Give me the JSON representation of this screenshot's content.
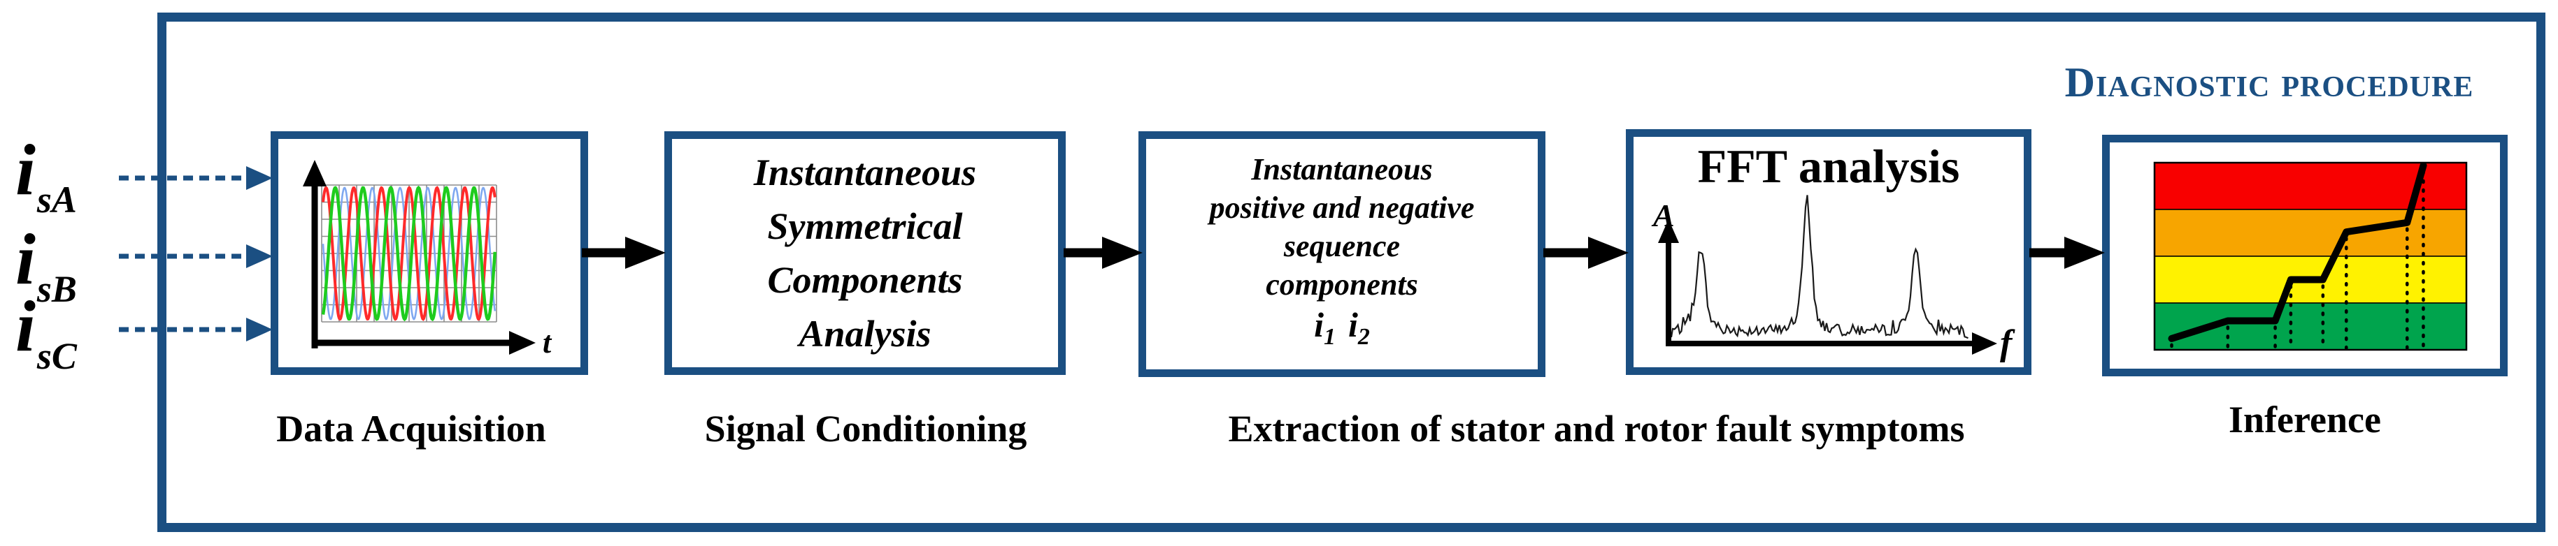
{
  "header": {
    "title": "Diagnostic procedure"
  },
  "inputs": [
    {
      "base": "i",
      "sub": "sA"
    },
    {
      "base": "i",
      "sub": "sB"
    },
    {
      "base": "i",
      "sub": "sC"
    }
  ],
  "blocks": {
    "data_acquisition": {
      "caption": "Data Acquisition",
      "time_axis_label": "t"
    },
    "signal_conditioning": {
      "caption": "Signal Conditioning",
      "lines": [
        "Instantaneous",
        "Symmetrical",
        "Components",
        "Analysis"
      ]
    },
    "extraction": {
      "caption": "Extraction of stator and rotor fault symptoms",
      "lines": [
        "Instantaneous",
        "positive and negative",
        "sequence",
        "components"
      ],
      "symbols": [
        {
          "base": "i",
          "sub": "1"
        },
        {
          "base": "i",
          "sub": "2"
        }
      ]
    },
    "fft": {
      "title": "FFT analysis",
      "amplitude_axis_label": "A",
      "frequency_axis_label": "f"
    },
    "inference": {
      "caption": "Inference"
    }
  },
  "colors": {
    "navy": "#1B4F82",
    "black": "#000000",
    "waveform_phases": [
      "#FF2A2A",
      "#1ECC1E",
      "#7FA8F0"
    ],
    "risk_bands": [
      "#F80000",
      "#F7A500",
      "#FFF200",
      "#00A44D"
    ]
  },
  "charts": {
    "waveform": {
      "type": "line",
      "series": [
        "i_sA",
        "i_sB",
        "i_sC"
      ],
      "cycles": 6.2,
      "x_label": "t",
      "grid": true
    },
    "spectrum": {
      "type": "line",
      "x_label": "f",
      "y_label": "A",
      "noise_floor": 0.12,
      "peaks": [
        {
          "x": 0.1,
          "h": 0.66
        },
        {
          "x": 0.455,
          "h": 1.0
        },
        {
          "x": 0.82,
          "h": 0.65
        }
      ]
    },
    "risk_chart": {
      "type": "area",
      "band_colors_top_to_bottom": [
        "#F80000",
        "#F7A500",
        "#FFF200",
        "#00A44D"
      ],
      "line_points": [
        [
          0.055,
          0.94
        ],
        [
          0.235,
          0.845
        ],
        [
          0.387,
          0.845
        ],
        [
          0.437,
          0.625
        ],
        [
          0.54,
          0.625
        ],
        [
          0.615,
          0.37
        ],
        [
          0.81,
          0.32
        ],
        [
          0.862,
          0.015
        ]
      ],
      "dotted_guides_x": [
        0.055,
        0.235,
        0.387,
        0.437,
        0.54,
        0.615,
        0.81,
        0.862
      ]
    }
  }
}
